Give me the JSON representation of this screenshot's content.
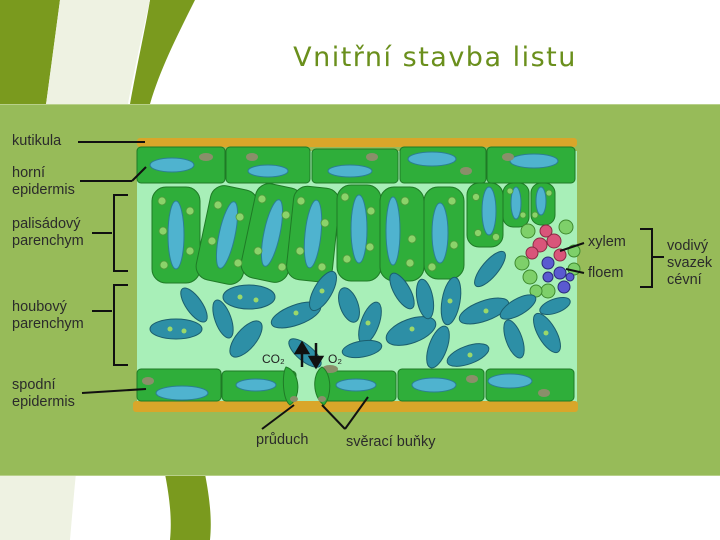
{
  "title": "Vnitřní stavba listu",
  "labels": {
    "kutikula": "kutikula",
    "horni_epidermis": [
      "horní",
      "epidermis"
    ],
    "palisadovy_parenchym": [
      "palisádový",
      "parenchym"
    ],
    "houbovy_parenchym": [
      "houbový",
      "parenchym"
    ],
    "spodni_epidermis": [
      "spodní",
      "epidermis"
    ],
    "pruduch": "průduch",
    "sveraci_bunky": "svěrací buňky",
    "xylem": "xylem",
    "floem": "floem",
    "vodivy_svazek": [
      "vodivý",
      "svazek",
      "cévní"
    ],
    "co2": "CO₂",
    "o2": "O₂"
  },
  "colors": {
    "slide_accent": "#7a9a1e",
    "panel": "#97bb59",
    "cuticle": "#d9a62a",
    "cell_green": "#2fae3a",
    "chloroplast": "#8bd36a",
    "vacuole": "#4fb3cf",
    "spongy_cell": "#2d8fa6",
    "xylem": "#d9557a",
    "phloem": "#5a5ad0"
  }
}
